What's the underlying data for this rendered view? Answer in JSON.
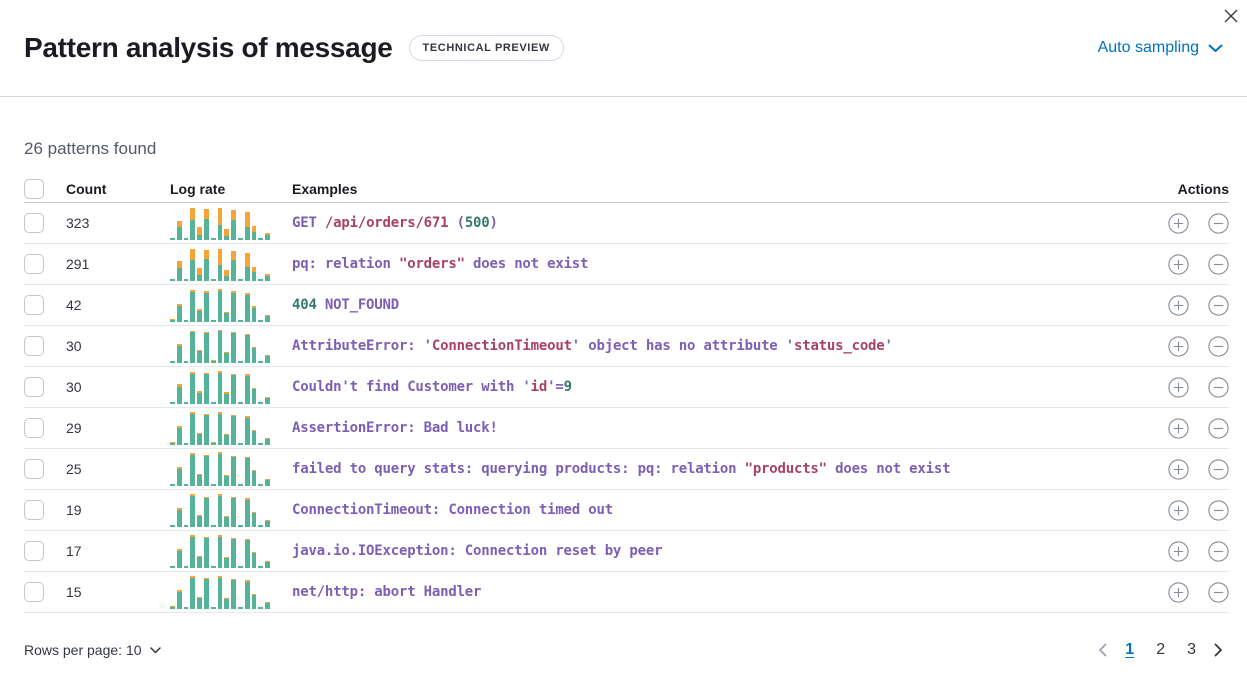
{
  "header": {
    "title": "Pattern analysis of message",
    "badge": "TECHNICAL PREVIEW",
    "sampling_label": "Auto sampling"
  },
  "summary": "26 patterns found",
  "table": {
    "columns": {
      "count": "Count",
      "log_rate": "Log rate",
      "examples": "Examples",
      "actions": "Actions"
    },
    "rows": [
      {
        "count": "323",
        "bars": [
          [
            0.05,
            0
          ],
          [
            0.4,
            0.18
          ],
          [
            0.05,
            0
          ],
          [
            0.62,
            0.36
          ],
          [
            0.15,
            0.25
          ],
          [
            0.65,
            0.3
          ],
          [
            0.06,
            0
          ],
          [
            0.45,
            0.52
          ],
          [
            0.12,
            0.2
          ],
          [
            0.62,
            0.3
          ],
          [
            0.05,
            0
          ],
          [
            0.4,
            0.45
          ],
          [
            0.25,
            0.18
          ],
          [
            0.05,
            0
          ],
          [
            0.15,
            0.07
          ]
        ],
        "tokens": [
          {
            "t": "GET ",
            "c": "p"
          },
          {
            "t": "/api/orders/671",
            "c": "r"
          },
          {
            "t": " (",
            "c": "p"
          },
          {
            "t": "500",
            "c": "g"
          },
          {
            "t": ")",
            "c": "p"
          }
        ]
      },
      {
        "count": "291",
        "bars": [
          [
            0.05,
            0
          ],
          [
            0.4,
            0.2
          ],
          [
            0.05,
            0
          ],
          [
            0.65,
            0.33
          ],
          [
            0.18,
            0.22
          ],
          [
            0.68,
            0.27
          ],
          [
            0.06,
            0
          ],
          [
            0.48,
            0.48
          ],
          [
            0.15,
            0.17
          ],
          [
            0.65,
            0.27
          ],
          [
            0.05,
            0
          ],
          [
            0.42,
            0.42
          ],
          [
            0.28,
            0.15
          ],
          [
            0.05,
            0
          ],
          [
            0.15,
            0.06
          ]
        ],
        "tokens": [
          {
            "t": "pq: relation ",
            "c": "p"
          },
          {
            "t": "\"orders\"",
            "c": "r"
          },
          {
            "t": " does not exist",
            "c": "p"
          }
        ]
      },
      {
        "count": "42",
        "bars": [
          [
            0.06,
            0.02
          ],
          [
            0.48,
            0.06
          ],
          [
            0.06,
            0
          ],
          [
            0.92,
            0.06
          ],
          [
            0.33,
            0.05
          ],
          [
            0.88,
            0.05
          ],
          [
            0.07,
            0
          ],
          [
            0.95,
            0.06
          ],
          [
            0.28,
            0.04
          ],
          [
            0.88,
            0.05
          ],
          [
            0.06,
            0
          ],
          [
            0.82,
            0.05
          ],
          [
            0.42,
            0.05
          ],
          [
            0.07,
            0
          ],
          [
            0.18,
            0.04
          ]
        ],
        "tokens": [
          {
            "t": "404",
            "c": "g"
          },
          {
            "t": " NOT_FOUND",
            "c": "p"
          }
        ]
      },
      {
        "count": "30",
        "bars": [
          [
            0.06,
            0
          ],
          [
            0.5,
            0.05
          ],
          [
            0.06,
            0
          ],
          [
            0.95,
            0.04
          ],
          [
            0.35,
            0.04
          ],
          [
            0.9,
            0.04
          ],
          [
            0.07,
            0.02
          ],
          [
            0.96,
            0.04
          ],
          [
            0.3,
            0.04
          ],
          [
            0.9,
            0.04
          ],
          [
            0.06,
            0
          ],
          [
            0.85,
            0.04
          ],
          [
            0.45,
            0.04
          ],
          [
            0.07,
            0
          ],
          [
            0.2,
            0.03
          ]
        ],
        "tokens": [
          {
            "t": "AttributeError: ",
            "c": "p"
          },
          {
            "t": "'",
            "c": "p"
          },
          {
            "t": "ConnectionTimeout",
            "c": "r"
          },
          {
            "t": "'",
            "c": "p"
          },
          {
            "t": " object has no attribute ",
            "c": "p"
          },
          {
            "t": "'",
            "c": "p"
          },
          {
            "t": "status_code",
            "c": "r"
          },
          {
            "t": "'",
            "c": "p"
          }
        ]
      },
      {
        "count": "30",
        "bars": [
          [
            0.06,
            0
          ],
          [
            0.52,
            0.1
          ],
          [
            0.06,
            0
          ],
          [
            0.9,
            0.06
          ],
          [
            0.34,
            0.05
          ],
          [
            0.92,
            0.04
          ],
          [
            0.07,
            0
          ],
          [
            0.95,
            0.05
          ],
          [
            0.3,
            0.06
          ],
          [
            0.88,
            0.04
          ],
          [
            0.06,
            0
          ],
          [
            0.84,
            0.06
          ],
          [
            0.44,
            0.04
          ],
          [
            0.07,
            0
          ],
          [
            0.19,
            0.03
          ]
        ],
        "tokens": [
          {
            "t": "Couldn't find Customer with ",
            "c": "p"
          },
          {
            "t": "'",
            "c": "p"
          },
          {
            "t": "id",
            "c": "r"
          },
          {
            "t": "'",
            "c": "p"
          },
          {
            "t": "=",
            "c": "p"
          },
          {
            "t": "9",
            "c": "g"
          }
        ]
      },
      {
        "count": "29",
        "bars": [
          [
            0.06,
            0.02
          ],
          [
            0.5,
            0.06
          ],
          [
            0.06,
            0
          ],
          [
            0.93,
            0.05
          ],
          [
            0.33,
            0.04
          ],
          [
            0.9,
            0.04
          ],
          [
            0.07,
            0.02
          ],
          [
            0.94,
            0.05
          ],
          [
            0.29,
            0.04
          ],
          [
            0.89,
            0.04
          ],
          [
            0.06,
            0
          ],
          [
            0.83,
            0.05
          ],
          [
            0.43,
            0.04
          ],
          [
            0.07,
            0
          ],
          [
            0.19,
            0.03
          ]
        ],
        "tokens": [
          {
            "t": "AssertionError: Bad luck!",
            "c": "p"
          }
        ]
      },
      {
        "count": "25",
        "bars": [
          [
            0.06,
            0
          ],
          [
            0.51,
            0.05
          ],
          [
            0.06,
            0
          ],
          [
            0.94,
            0.05
          ],
          [
            0.34,
            0.04
          ],
          [
            0.9,
            0.04
          ],
          [
            0.07,
            0
          ],
          [
            0.96,
            0.05
          ],
          [
            0.3,
            0.04
          ],
          [
            0.89,
            0.04
          ],
          [
            0.06,
            0
          ],
          [
            0.84,
            0.04
          ],
          [
            0.44,
            0.04
          ],
          [
            0.07,
            0
          ],
          [
            0.19,
            0.03
          ]
        ],
        "tokens": [
          {
            "t": "failed to query stats: querying products: pq: relation ",
            "c": "p"
          },
          {
            "t": "\"products\"",
            "c": "r"
          },
          {
            "t": " does not exist",
            "c": "p"
          }
        ]
      },
      {
        "count": "19",
        "bars": [
          [
            0.06,
            0
          ],
          [
            0.5,
            0.06
          ],
          [
            0.06,
            0
          ],
          [
            0.93,
            0.05
          ],
          [
            0.33,
            0.04
          ],
          [
            0.89,
            0.04
          ],
          [
            0.07,
            0
          ],
          [
            0.95,
            0.05
          ],
          [
            0.29,
            0.04
          ],
          [
            0.88,
            0.04
          ],
          [
            0.06,
            0
          ],
          [
            0.83,
            0.05
          ],
          [
            0.43,
            0.04
          ],
          [
            0.07,
            0
          ],
          [
            0.19,
            0.03
          ]
        ],
        "tokens": [
          {
            "t": "ConnectionTimeout: Connection timed out",
            "c": "p"
          }
        ]
      },
      {
        "count": "17",
        "bars": [
          [
            0.06,
            0
          ],
          [
            0.5,
            0.05
          ],
          [
            0.06,
            0
          ],
          [
            0.94,
            0.05
          ],
          [
            0.34,
            0.04
          ],
          [
            0.9,
            0.04
          ],
          [
            0.07,
            0
          ],
          [
            0.95,
            0.05
          ],
          [
            0.3,
            0.04
          ],
          [
            0.89,
            0.04
          ],
          [
            0.06,
            0
          ],
          [
            0.84,
            0.04
          ],
          [
            0.44,
            0.04
          ],
          [
            0.07,
            0
          ],
          [
            0.19,
            0.03
          ]
        ],
        "tokens": [
          {
            "t": "java.io.IOException: Connection reset by peer",
            "c": "p"
          }
        ]
      },
      {
        "count": "15",
        "bars": [
          [
            0.06,
            0.02
          ],
          [
            0.52,
            0.06
          ],
          [
            0.06,
            0
          ],
          [
            0.93,
            0.05
          ],
          [
            0.33,
            0.04
          ],
          [
            0.9,
            0.04
          ],
          [
            0.07,
            0
          ],
          [
            0.95,
            0.05
          ],
          [
            0.29,
            0.04
          ],
          [
            0.88,
            0.04
          ],
          [
            0.06,
            0
          ],
          [
            0.83,
            0.05
          ],
          [
            0.43,
            0.04
          ],
          [
            0.07,
            0
          ],
          [
            0.19,
            0.03
          ]
        ],
        "tokens": [
          {
            "t": "net/http: abort Handler",
            "c": "p"
          }
        ]
      }
    ]
  },
  "footer": {
    "rows_per_page_label": "Rows per page: 10",
    "pages": [
      "1",
      "2",
      "3"
    ],
    "active_page": "1"
  },
  "colors": {
    "purple": "#7B5FB5",
    "red": "#A94167",
    "green": "#357A6D",
    "bar_green": "#54B399",
    "bar_orange": "#F5A437",
    "link_blue": "#0071C2",
    "icon_gray": "#848B94",
    "disabled_gray": "#98A2B3",
    "text_dark": "#343741"
  }
}
